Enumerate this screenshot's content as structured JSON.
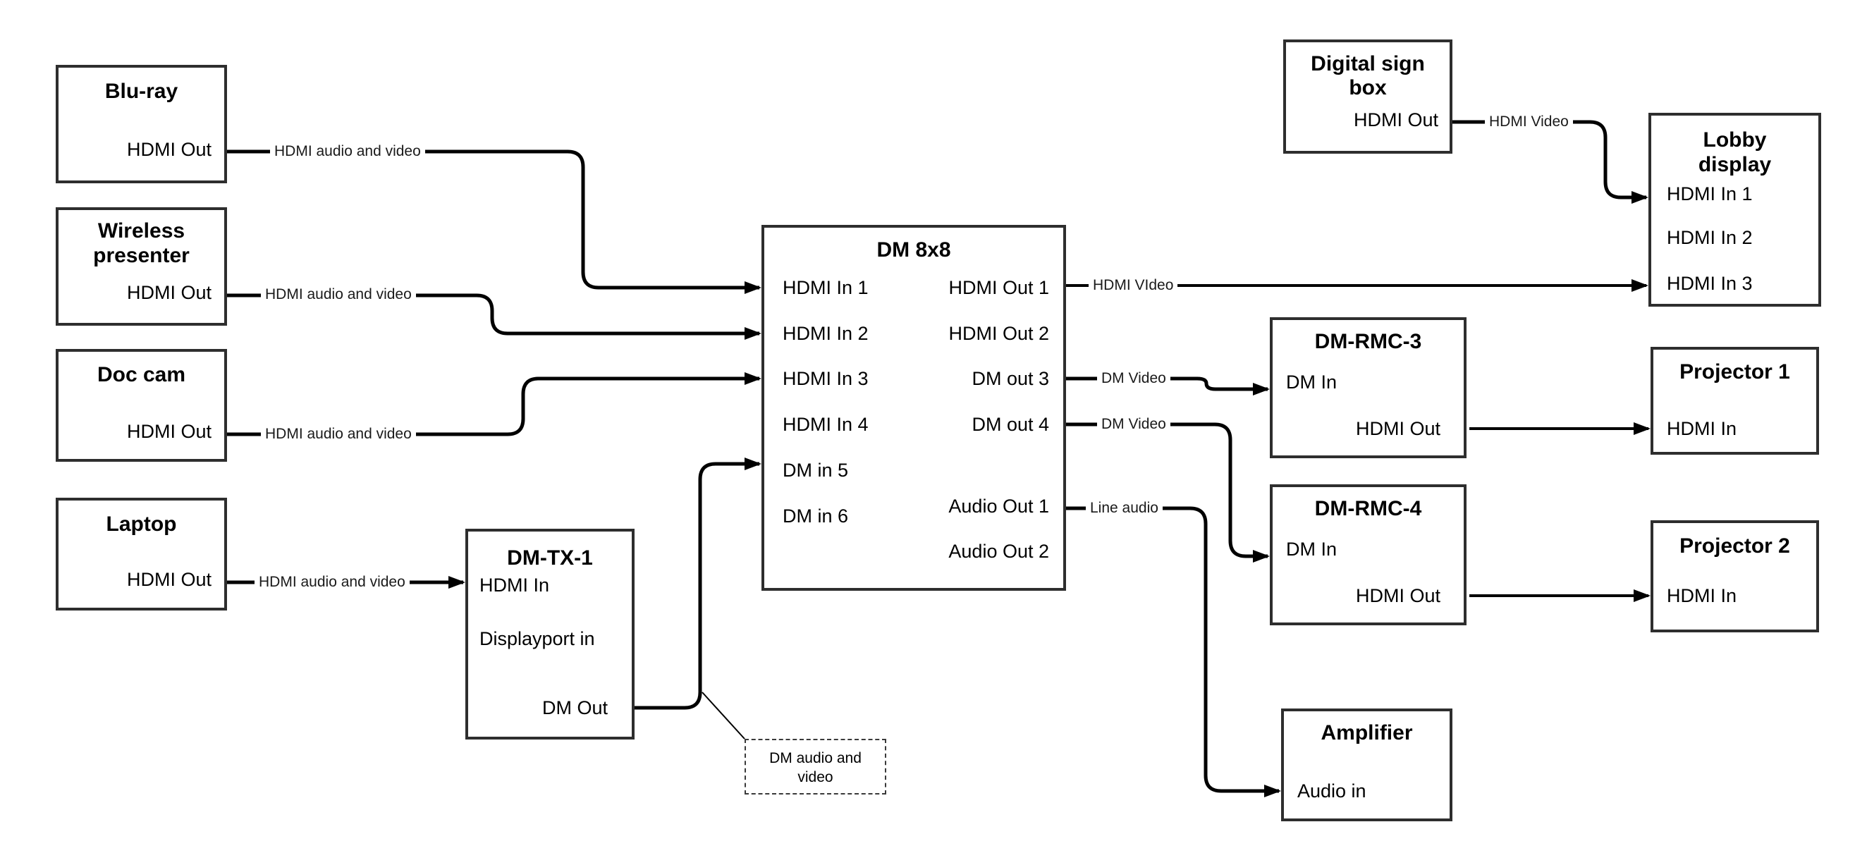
{
  "colors": {
    "background": "#ffffff",
    "box_border": "#2e2e2e",
    "cable": "#000000",
    "text": "#000000"
  },
  "devices": {
    "bluray": {
      "title": "Blu-ray",
      "ports": {
        "hdmi_out": "HDMI Out"
      }
    },
    "wireless_presenter": {
      "title": "Wireless presenter",
      "ports": {
        "hdmi_out": "HDMI Out"
      }
    },
    "doc_cam": {
      "title": "Doc cam",
      "ports": {
        "hdmi_out": "HDMI Out"
      }
    },
    "laptop": {
      "title": "Laptop",
      "ports": {
        "hdmi_out": "HDMI Out"
      }
    },
    "dm_tx_1": {
      "title": "DM-TX-1",
      "ports": {
        "hdmi_in": "HDMI In",
        "displayport_in": "Displayport in",
        "dm_out": "DM Out"
      }
    },
    "dm_8x8": {
      "title": "DM 8x8",
      "inputs": [
        "HDMI In 1",
        "HDMI In 2",
        "HDMI In 3",
        "HDMI In 4",
        "DM in 5",
        "DM in 6"
      ],
      "outputs": [
        "HDMI Out 1",
        "HDMI Out 2",
        "DM out 3",
        "DM out 4",
        "Audio Out 1",
        "Audio Out 2"
      ]
    },
    "digital_sign_box": {
      "title": "Digital sign box",
      "ports": {
        "hdmi_out": "HDMI Out"
      }
    },
    "lobby_display": {
      "title": "Lobby display",
      "ports": {
        "hdmi_in_1": "HDMI In 1",
        "hdmi_in_2": "HDMI In 2",
        "hdmi_in_3": "HDMI In 3"
      }
    },
    "dm_rmc_3": {
      "title": "DM-RMC-3",
      "ports": {
        "dm_in": "DM In",
        "hdmi_out": "HDMI Out"
      }
    },
    "projector_1": {
      "title": "Projector 1",
      "ports": {
        "hdmi_in": "HDMI In"
      }
    },
    "dm_rmc_4": {
      "title": "DM-RMC-4",
      "ports": {
        "dm_in": "DM In",
        "hdmi_out": "HDMI Out"
      }
    },
    "projector_2": {
      "title": "Projector 2",
      "ports": {
        "hdmi_in": "HDMI In"
      }
    },
    "amplifier": {
      "title": "Amplifier",
      "ports": {
        "audio_in": "Audio in"
      }
    }
  },
  "connection_labels": {
    "bluray_to_dm8x8": "HDMI audio and video",
    "wireless_to_dm8x8": "HDMI audio and video",
    "doccam_to_dm8x8": "HDMI audio and video",
    "laptop_to_dmtx1": "HDMI audio and video",
    "hdmi_out1_to_lobby": "HDMI VIdeo",
    "dm_out3_to_rmc3": "DM Video",
    "dm_out4_to_rmc4": "DM Video",
    "audio_out1_to_amplifier": "Line audio",
    "digital_sign_to_lobby": "HDMI Video"
  },
  "note": {
    "text": "DM audio and video"
  }
}
